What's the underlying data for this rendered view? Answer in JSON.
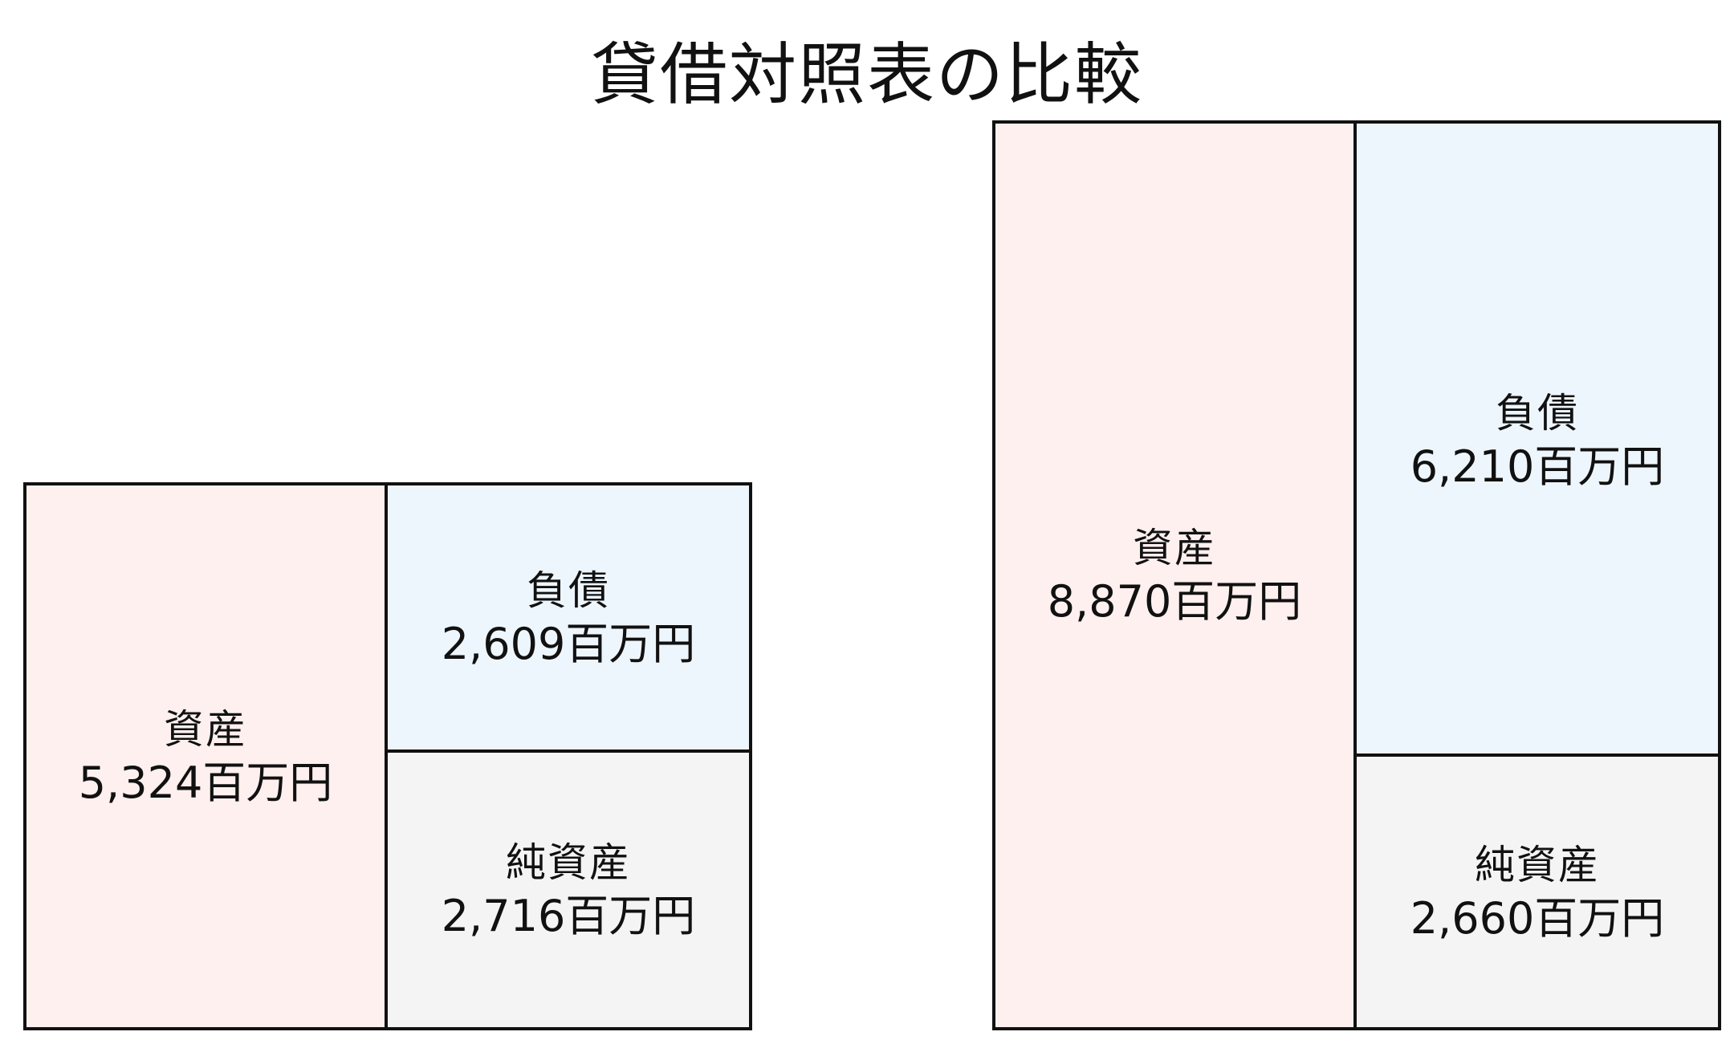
{
  "title": "貸借対照表の比較",
  "colors": {
    "asset_fill": "#fdf0ef",
    "liability_fill": "#eef6fd",
    "equity_fill": "#f4f4f4",
    "border": "#111111"
  },
  "sheets": [
    {
      "asset": {
        "label": "資産",
        "value": "5,324百万円",
        "amount": 5324
      },
      "liability": {
        "label": "負債",
        "value": "2,609百万円",
        "amount": 2609
      },
      "equity": {
        "label": "純資産",
        "value": "2,716百万円",
        "amount": 2716
      }
    },
    {
      "asset": {
        "label": "資産",
        "value": "8,870百万円",
        "amount": 8870
      },
      "liability": {
        "label": "負債",
        "value": "6,210百万円",
        "amount": 6210
      },
      "equity": {
        "label": "純資産",
        "value": "2,660百万円",
        "amount": 2660
      }
    }
  ]
}
